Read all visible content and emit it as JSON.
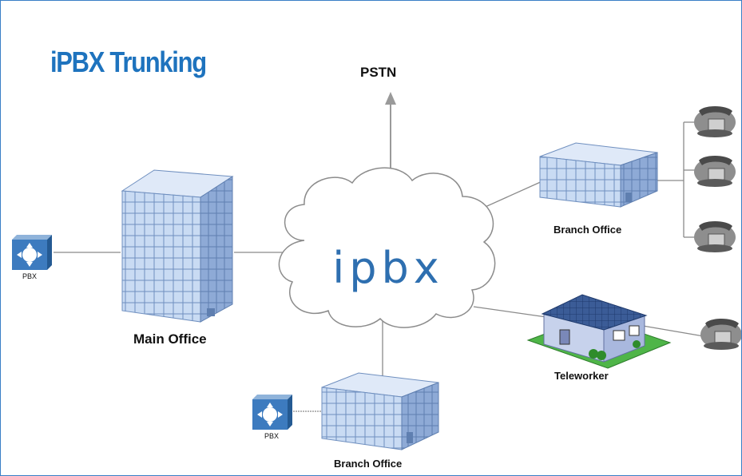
{
  "title": "iPBX Trunking",
  "nodes": {
    "pstn": "PSTN",
    "cloud": "ipbx",
    "main_office": "Main Office",
    "branch_office_top": "Branch Office",
    "branch_office_bottom": "Branch Office",
    "teleworker": "Teleworker",
    "pbx_left": "PBX",
    "pbx_bottom": "PBX"
  },
  "colors": {
    "title": "#1e73be",
    "frame": "#3a7ec6",
    "cloud_text": "#2e6fb0",
    "building": "#aac4e8"
  },
  "icons": [
    "pbx-icon",
    "building-icon",
    "house-icon",
    "phone-icon",
    "cloud-icon"
  ]
}
